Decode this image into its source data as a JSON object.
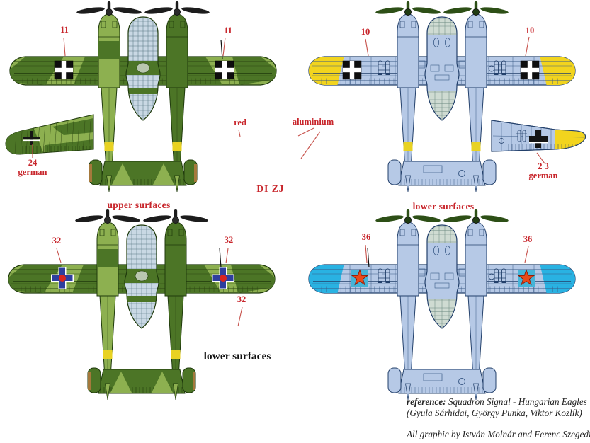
{
  "labels": {
    "code_11_left": "11",
    "code_11_right": "11",
    "code_10_left": "10",
    "code_10_right": "10",
    "code_32_left": "32",
    "code_32_right": "32",
    "code_32_outer": "32",
    "code_36_left": "36",
    "code_36_right": "36",
    "fin_24": "24",
    "fin_24_sub": "german",
    "fin_23": "2 3",
    "fin_23_sub": "german",
    "color_red": "red",
    "color_aluminium": "aluminium",
    "aircraft_code": "DI ZJ"
  },
  "captions": {
    "upper_surfaces": "upper surfaces",
    "lower_surfaces_top": "lower surfaces",
    "lower_surfaces_bottom": "lower surfaces"
  },
  "reference": {
    "label": "reference:",
    "text": " Squadron Signal - Hungarian Eagles",
    "line2": "(Gyula  Sárhidai, György Punka, Viktor Kozlík)",
    "credit": "All graphic by István Molnár and Ferenc Szegedi"
  },
  "colors": {
    "label_red": "#c8262c",
    "pointer_red": "#c7524c",
    "upper_base": "#8db050",
    "upper_patch": "#4c7526",
    "upper_dark": "#1f3a0c",
    "upper_line": "#2c4612",
    "lower_base": "#b6c9e6",
    "lower_line": "#3a5a86",
    "lower_dark": "#23406b",
    "wingtip_yellow": "#f2d41e",
    "wingtip_cyan": "#29b2e2",
    "band_yellow": "#e8d222",
    "canopy": "#c9d8e4",
    "glaze_pale": "#cfdbd2",
    "prop_dark": "#1c1c1c",
    "prop_green": "#2d4f16",
    "insignia_black": "#0e0e0e",
    "insignia_white": "#ffffff",
    "cross_blue": "#2e3f9e",
    "center_red": "#d8251f",
    "star_red": "#e84a1a",
    "star_patch_cyan": "#45b4d8",
    "rudder_tan": "#a5793c"
  },
  "planes": [
    {
      "id": "A",
      "view": "upper",
      "insignia": "hungarian-white-cross",
      "tip": null,
      "code": "11"
    },
    {
      "id": "B",
      "view": "lower",
      "insignia": "hungarian-white-cross",
      "tip": "wingtip_yellow",
      "code": "10"
    },
    {
      "id": "C",
      "view": "upper",
      "insignia": "blue-cross-red-center",
      "tip": null,
      "code": "32"
    },
    {
      "id": "D",
      "view": "lower",
      "insignia": "red-star",
      "tip": "wingtip_cyan",
      "code": "36"
    }
  ]
}
